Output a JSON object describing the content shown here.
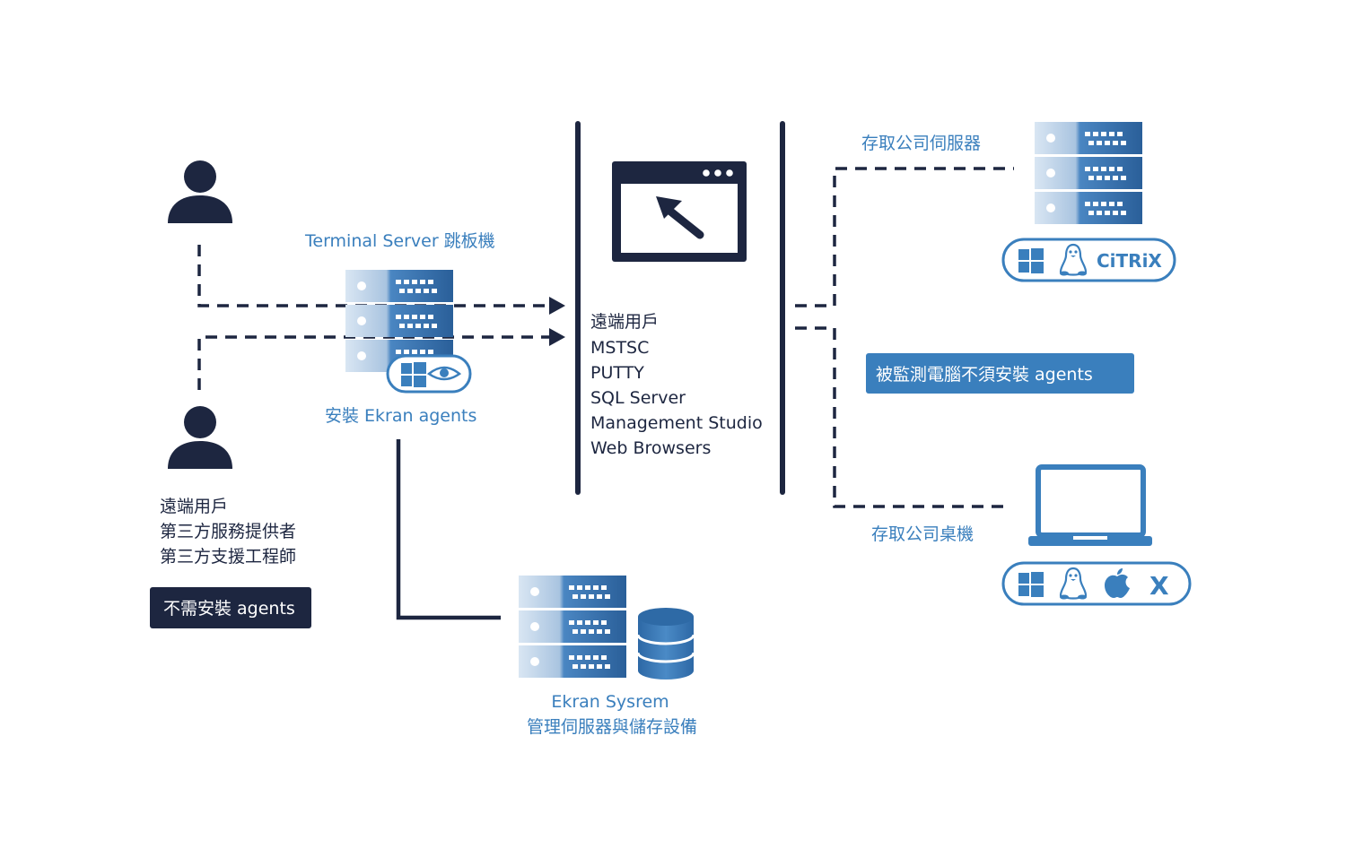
{
  "terminal_server": {
    "title": "Terminal Server 跳板機",
    "agent_label": "安裝 Ekran agents"
  },
  "remote_users": {
    "lines": [
      "遠端用戶",
      "第三方服務提供者",
      "第三方支援工程師"
    ],
    "badge": "不需安裝 agents"
  },
  "session_apps": {
    "lines": [
      "遠端用戶",
      "MSTSC",
      "PUTTY",
      "SQL Server",
      "Management Studio",
      "Web Browsers"
    ]
  },
  "company_server": {
    "label": "存取公司伺服器",
    "os_icons": [
      "windows-icon",
      "linux-icon",
      "citrix-icon"
    ],
    "citrix_text": "CiTRiX"
  },
  "monitored_note": "被監測電腦不須安裝 agents",
  "company_desktop": {
    "label": "存取公司桌機",
    "os_icons": [
      "windows-icon",
      "linux-icon",
      "apple-icon",
      "x-icon"
    ],
    "x_text": "X"
  },
  "ekran_system": {
    "line1": "Ekran Sysrem",
    "line2": "管理伺服器與儲存設備"
  },
  "colors": {
    "navy": "#1d2640",
    "blue": "#3a7fbd",
    "server_light": "#d9e6f3",
    "server_dark": "#2e6aa6"
  }
}
